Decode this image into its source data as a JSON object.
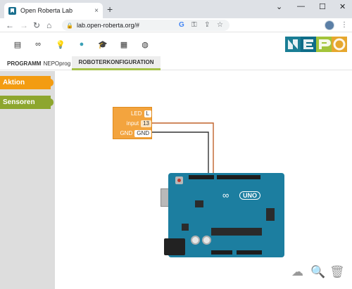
{
  "browser": {
    "tab_title": "Open Roberta Lab",
    "tab_close": "×",
    "new_tab": "+",
    "url": "lab.open-roberta.org/#",
    "back": "←",
    "forward": "→",
    "reload": "↻",
    "home": "⌂",
    "lock": "🔒",
    "google": "G",
    "key": "⚿",
    "share": "⇪",
    "star": "☆",
    "menu": "⋮",
    "minimize": "—",
    "maximize": "☐",
    "close": "✕",
    "tab_list": "⌄"
  },
  "header": {
    "icons": [
      {
        "name": "program-list-icon",
        "glyph": "▤"
      },
      {
        "name": "connection-icon",
        "glyph": "∞"
      },
      {
        "name": "help-bulb-icon",
        "glyph": "💡"
      },
      {
        "name": "user-icon",
        "glyph": "●"
      },
      {
        "name": "gallery-icon",
        "glyph": "🎓"
      },
      {
        "name": "tutorial-icon",
        "glyph": "▦"
      },
      {
        "name": "language-globe-icon",
        "glyph": "◍"
      }
    ],
    "logo_colors": [
      "#1a7e95",
      "#0f6d88",
      "#a3c43a",
      "#e6a72e"
    ]
  },
  "tabs": {
    "program_bold": "PROGRAMM",
    "program_name": "NEPOprog",
    "robot_config": "ROBOTERKONFIGURATION"
  },
  "toolbox": {
    "aktion": "Aktion",
    "sensoren": "Sensoren",
    "aktion_color": "#f39c12",
    "sensoren_color": "#8da62e"
  },
  "block": {
    "title_label": "LED",
    "title_value": "L",
    "input_label": "input",
    "input_value": "13",
    "gnd_label": "GND",
    "gnd_value": "GND"
  },
  "board": {
    "brand": "UNO",
    "logo_glyph": "∞"
  },
  "tools": {
    "upload": "☁",
    "zoom": "🔍",
    "trash": "🗑"
  }
}
